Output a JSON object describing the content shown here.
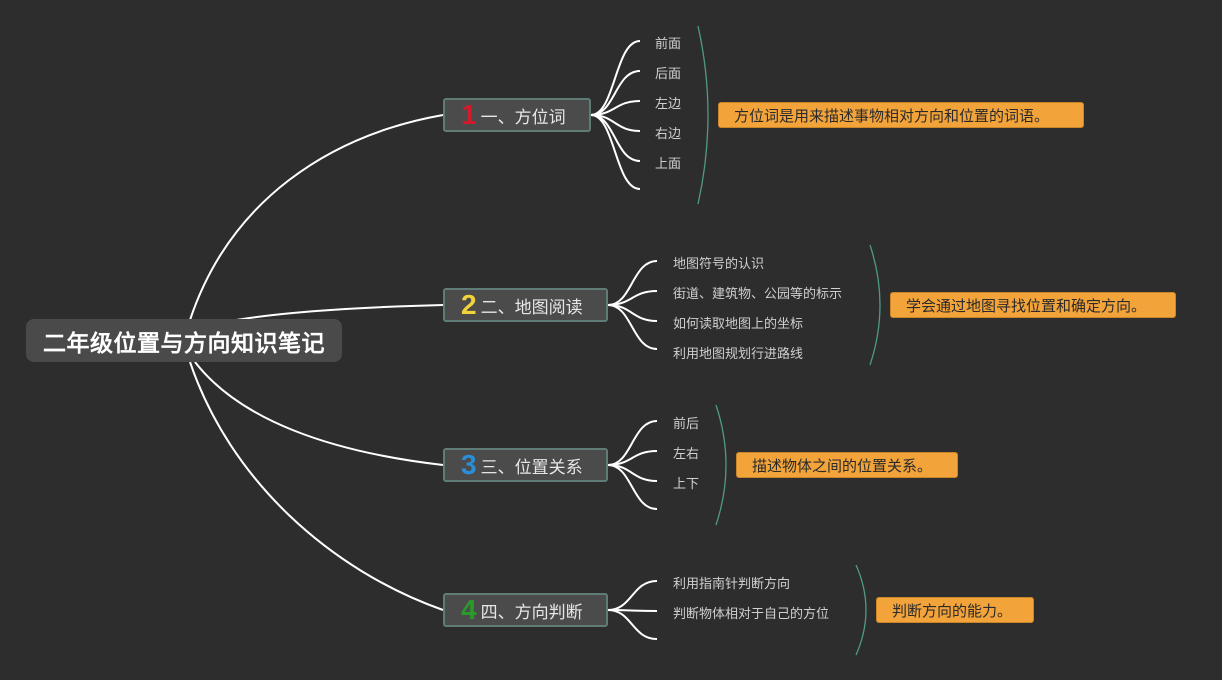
{
  "root": {
    "title": "二年级位置与方向知识笔记"
  },
  "colors": {
    "background": "#2d2d2d",
    "num1": "#d21b2a",
    "num2": "#f0d33a",
    "num3": "#2a8fd6",
    "num4": "#2a9a2a",
    "note": "#f2a33a",
    "bracket": "#4f9a86"
  },
  "branches": [
    {
      "num": "1",
      "label": "一、方位词",
      "items": [
        "前面",
        "后面",
        "左边",
        "右边",
        "上面"
      ],
      "summary": "方位词是用来描述事物相对方向和位置的词语。"
    },
    {
      "num": "2",
      "label": "二、地图阅读",
      "items": [
        "地图符号的认识",
        "街道、建筑物、公园等的标示",
        "如何读取地图上的坐标",
        "利用地图规划行进路线"
      ],
      "summary": "学会通过地图寻找位置和确定方向。"
    },
    {
      "num": "3",
      "label": "三、位置关系",
      "items": [
        "前后",
        "左右",
        "上下"
      ],
      "summary": "描述物体之间的位置关系。"
    },
    {
      "num": "4",
      "label": "四、方向判断",
      "items": [
        "利用指南针判断方向",
        "判断物体相对于自己的方位"
      ],
      "summary": "判断方向的能力。"
    }
  ]
}
